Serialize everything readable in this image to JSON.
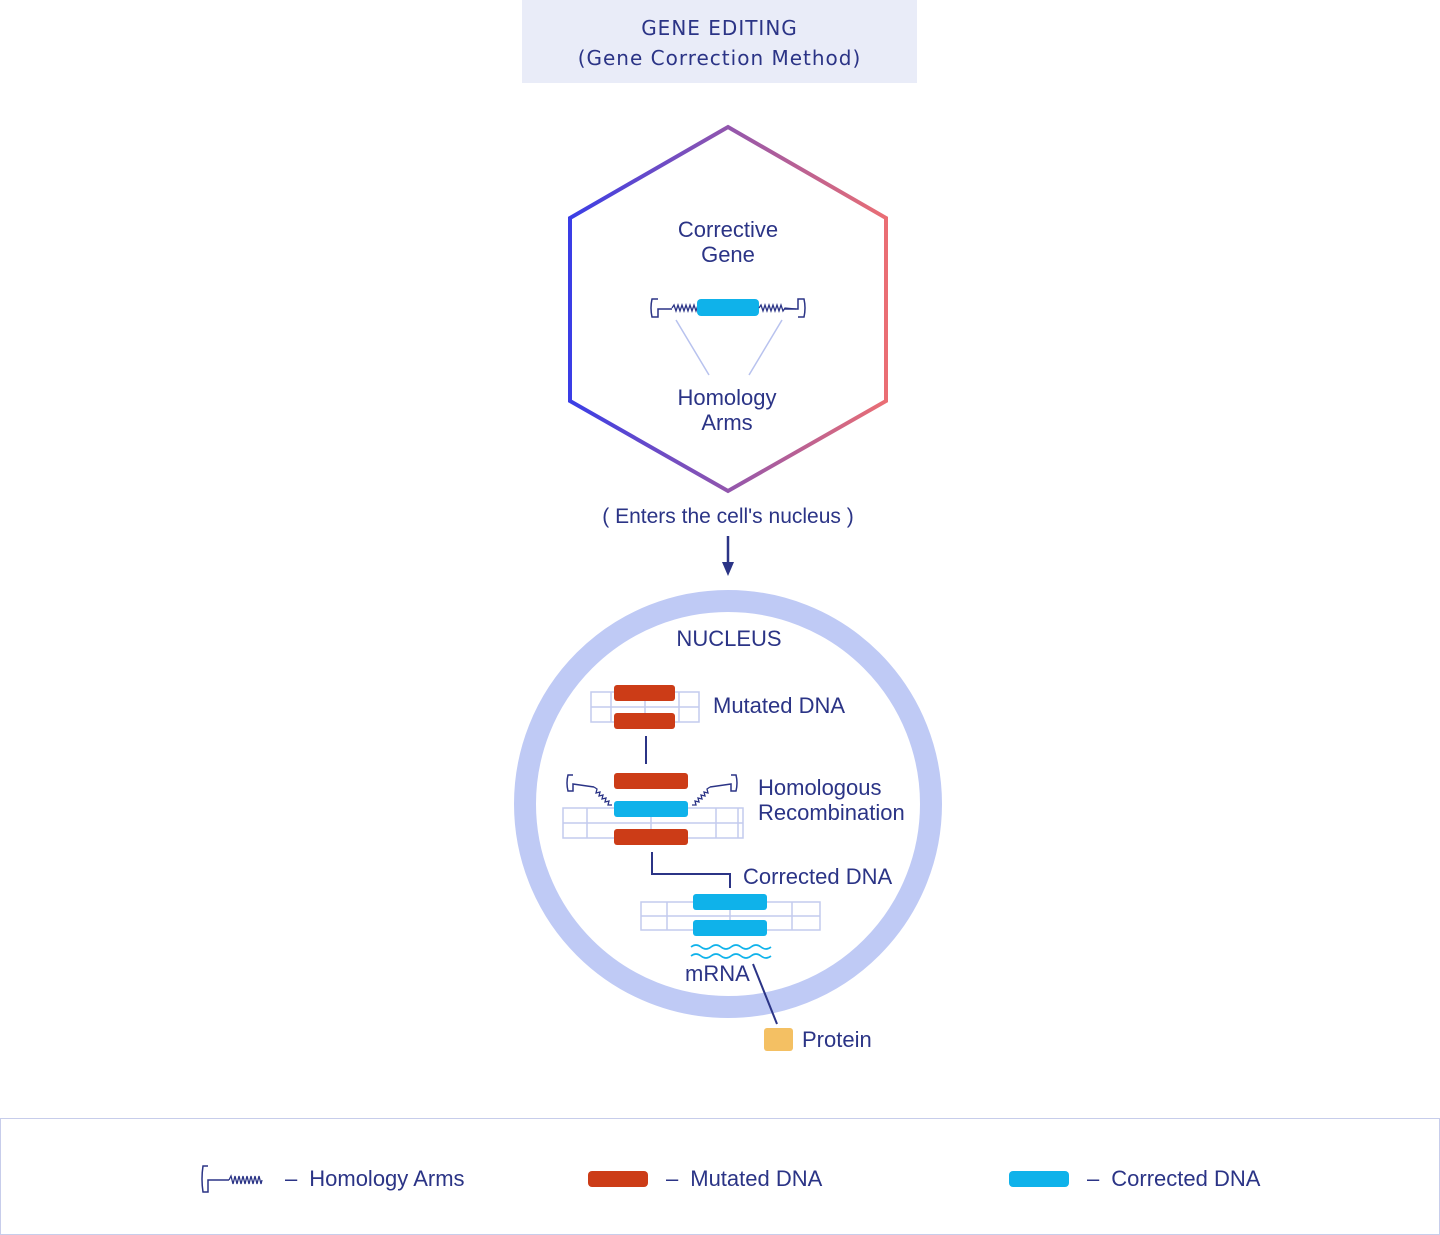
{
  "title": {
    "line1": "GENE EDITING",
    "line2": "(Gene Correction Method)"
  },
  "colors": {
    "primary_text": "#2b3486",
    "mutated_dna": "#cc3c17",
    "corrected_dna": "#0fb2ea",
    "protein": "#f4c063",
    "nucleus_ring": "#bfcaf5",
    "hexagon_gradient_start": "#3a3ee6",
    "hexagon_gradient_end": "#ea6e74"
  },
  "vector": {
    "label_line1": "Corrective",
    "label_line2": "Gene",
    "arms_label_line1": "Homology",
    "arms_label_line2": "Arms"
  },
  "enters_label": "( Enters the cell's nucleus )",
  "nucleus": {
    "title": "NUCLEUS",
    "mutated_label": "Mutated DNA",
    "recombination_line1": "Homologous",
    "recombination_line2": "Recombination",
    "corrected_label": "Corrected DNA",
    "mrna_label": "mRNA",
    "protein_label": "Protein"
  },
  "legend": {
    "items": [
      {
        "icon": "homology-arm-icon",
        "label": "Homology Arms"
      },
      {
        "icon": "mutated-dna-swatch",
        "label": "Mutated DNA"
      },
      {
        "icon": "corrected-dna-swatch",
        "label": "Corrected DNA"
      }
    ],
    "dash": "–"
  }
}
